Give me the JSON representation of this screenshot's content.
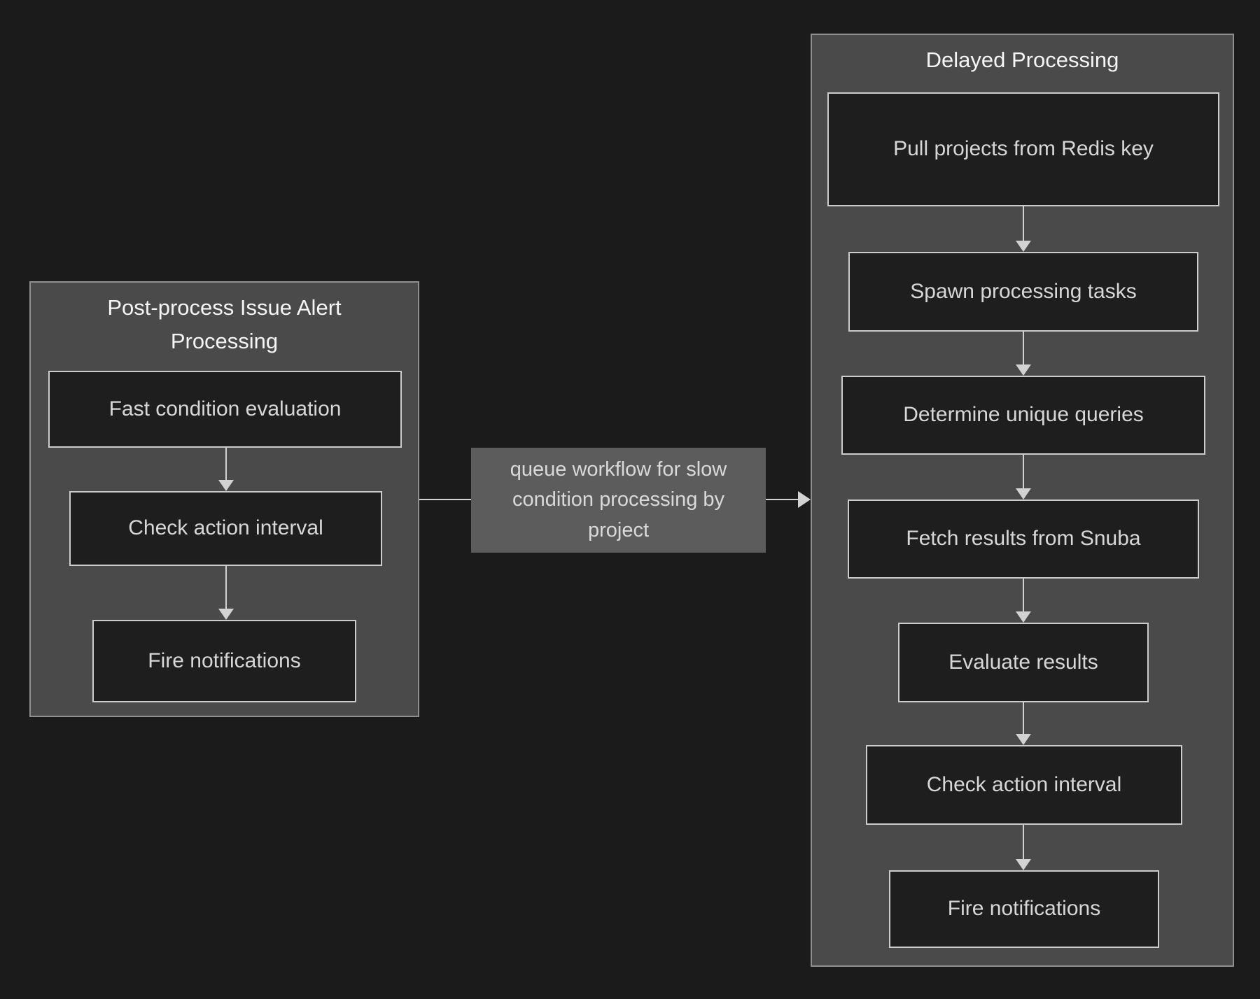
{
  "colors": {
    "background": "#1b1b1b",
    "cluster_fill": "#4a4a4a",
    "cluster_border": "#8f8f8f",
    "node_fill": "#1e1e1e",
    "node_border": "#cccccc",
    "node_text": "#d7d7d7",
    "cluster_title_text": "#f5f5f5",
    "edge_label_fill": "#5c5c5c",
    "edge_label_text": "#d9d9d9",
    "arrow": "#d2d2d2"
  },
  "clusters": [
    {
      "title": "Post-process Issue Alert Processing",
      "nodes": [
        {
          "label": "Fast condition evaluation"
        },
        {
          "label": "Check action interval"
        },
        {
          "label": "Fire notifications"
        }
      ]
    },
    {
      "title": "Delayed Processing",
      "nodes": [
        {
          "label": "Pull projects from Redis key"
        },
        {
          "label": "Spawn processing tasks"
        },
        {
          "label": "Determine unique queries"
        },
        {
          "label": "Fetch results from Snuba"
        },
        {
          "label": "Evaluate results"
        },
        {
          "label": "Check action interval"
        },
        {
          "label": "Fire notifications"
        }
      ]
    }
  ],
  "edge": {
    "label": "queue workflow for slow condition processing by project"
  }
}
